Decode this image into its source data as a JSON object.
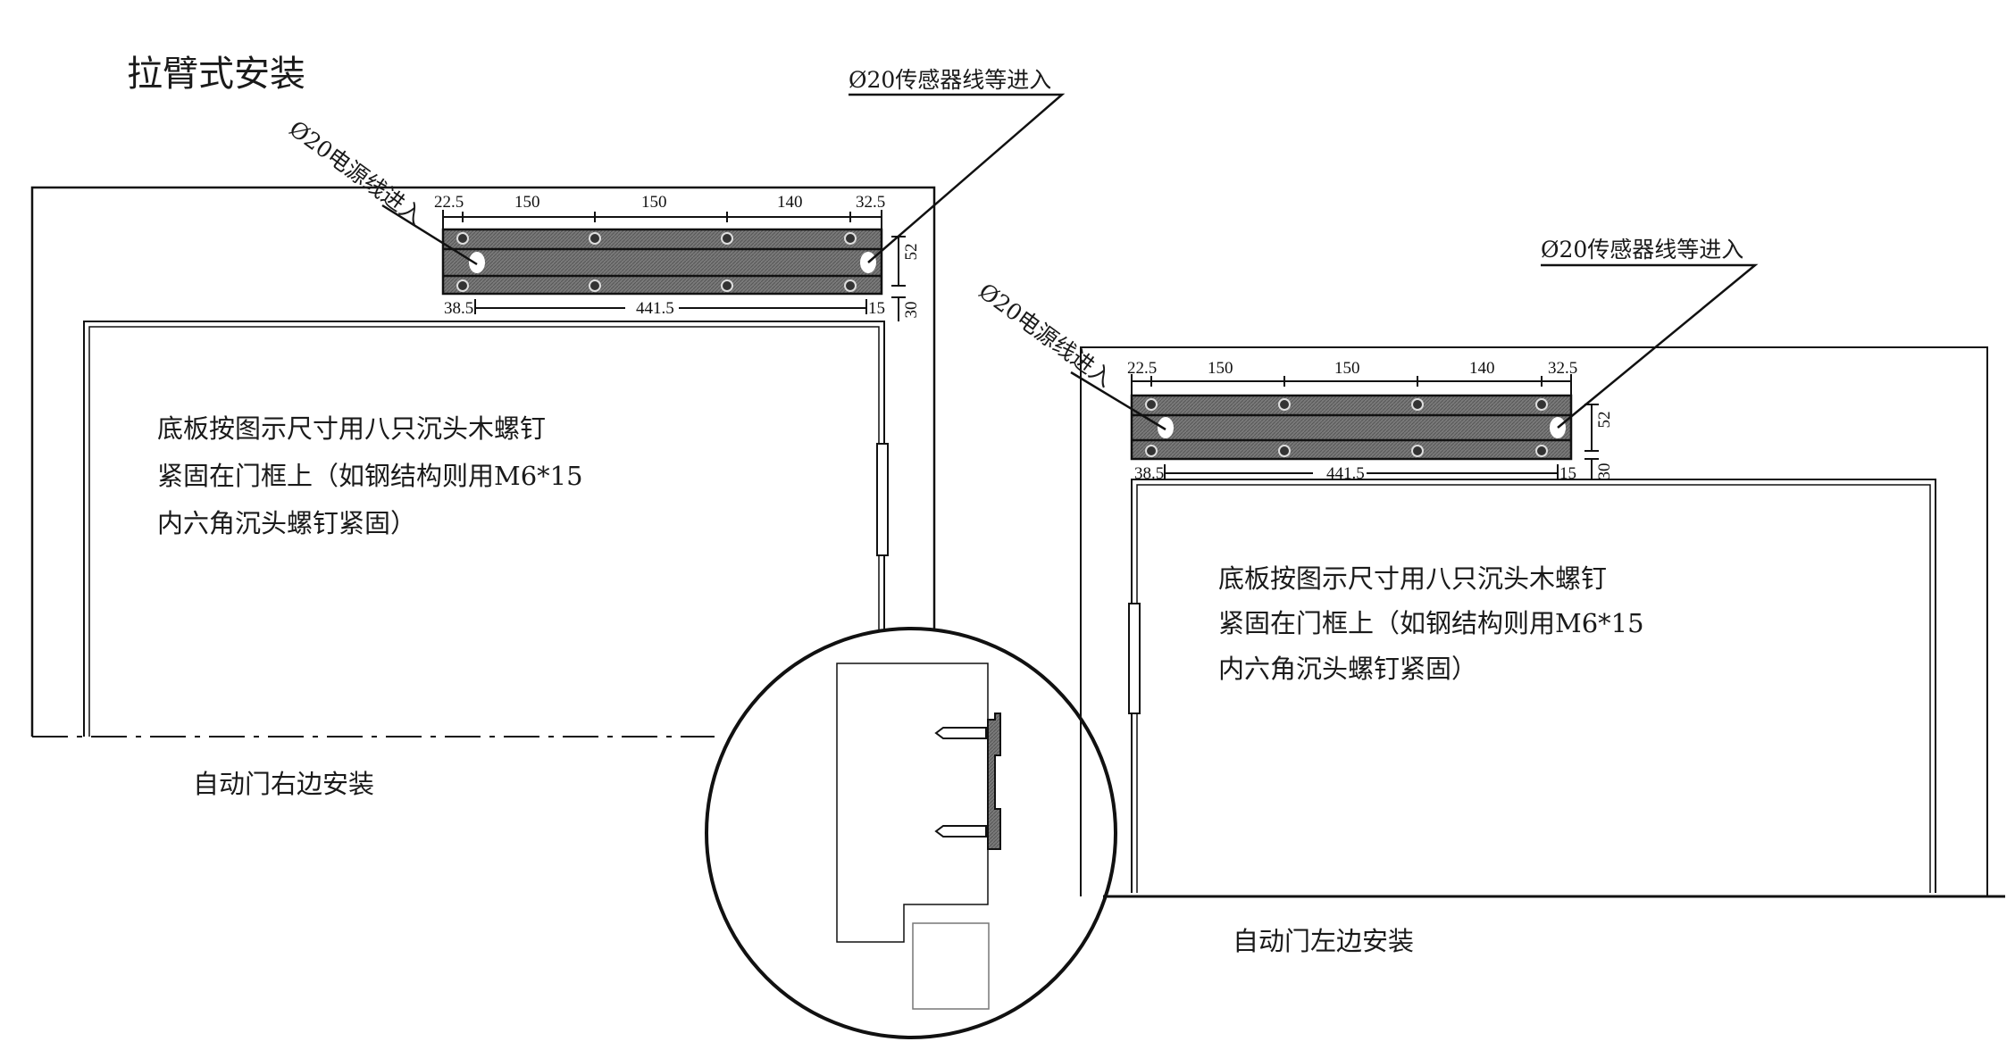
{
  "title": "拉臂式安装",
  "labels": {
    "sensor_entry": "Ø20传感器线等进入",
    "power_entry": "Ø20电源线进入"
  },
  "dimensions": {
    "top": [
      "22.5",
      "150",
      "150",
      "140",
      "32.5"
    ],
    "bottom_left": "38.5",
    "bottom_span": "441.5",
    "bottom_right": "15",
    "height": "52",
    "gap": "30"
  },
  "note": {
    "line1": "底板按图示尺寸用八只沉头木螺钉",
    "line2": "紧固在门框上（如钢结构则用M6*15",
    "line3": "内六角沉头螺钉紧固）"
  },
  "captions": {
    "right_install": "自动门右边安装",
    "left_install": "自动门左边安装"
  }
}
